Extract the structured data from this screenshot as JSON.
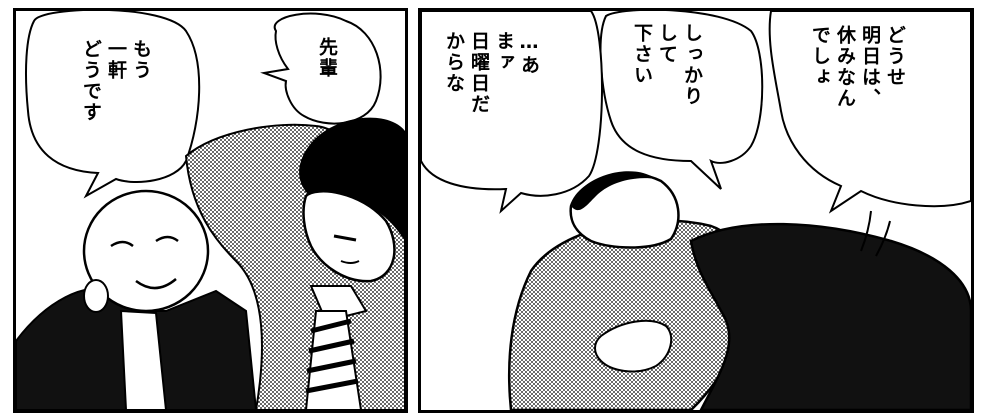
{
  "panels": [
    {
      "bubbles": {
        "senpai": {
          "lines": [
            "先輩"
          ]
        },
        "another": {
          "lines": [
            "もう",
            "一軒",
            "どうです"
          ]
        }
      }
    },
    {
      "bubbles": {
        "dousei": {
          "lines": [
            "どうせ",
            "明日は、",
            "休みなん",
            "でしょ"
          ]
        },
        "shikkari": {
          "lines": [
            "しっかり",
            "して",
            "下さい"
          ]
        },
        "maa": {
          "lines": [
            "…あ",
            "まァ",
            "日曜日だ",
            "からな"
          ]
        }
      }
    }
  ]
}
